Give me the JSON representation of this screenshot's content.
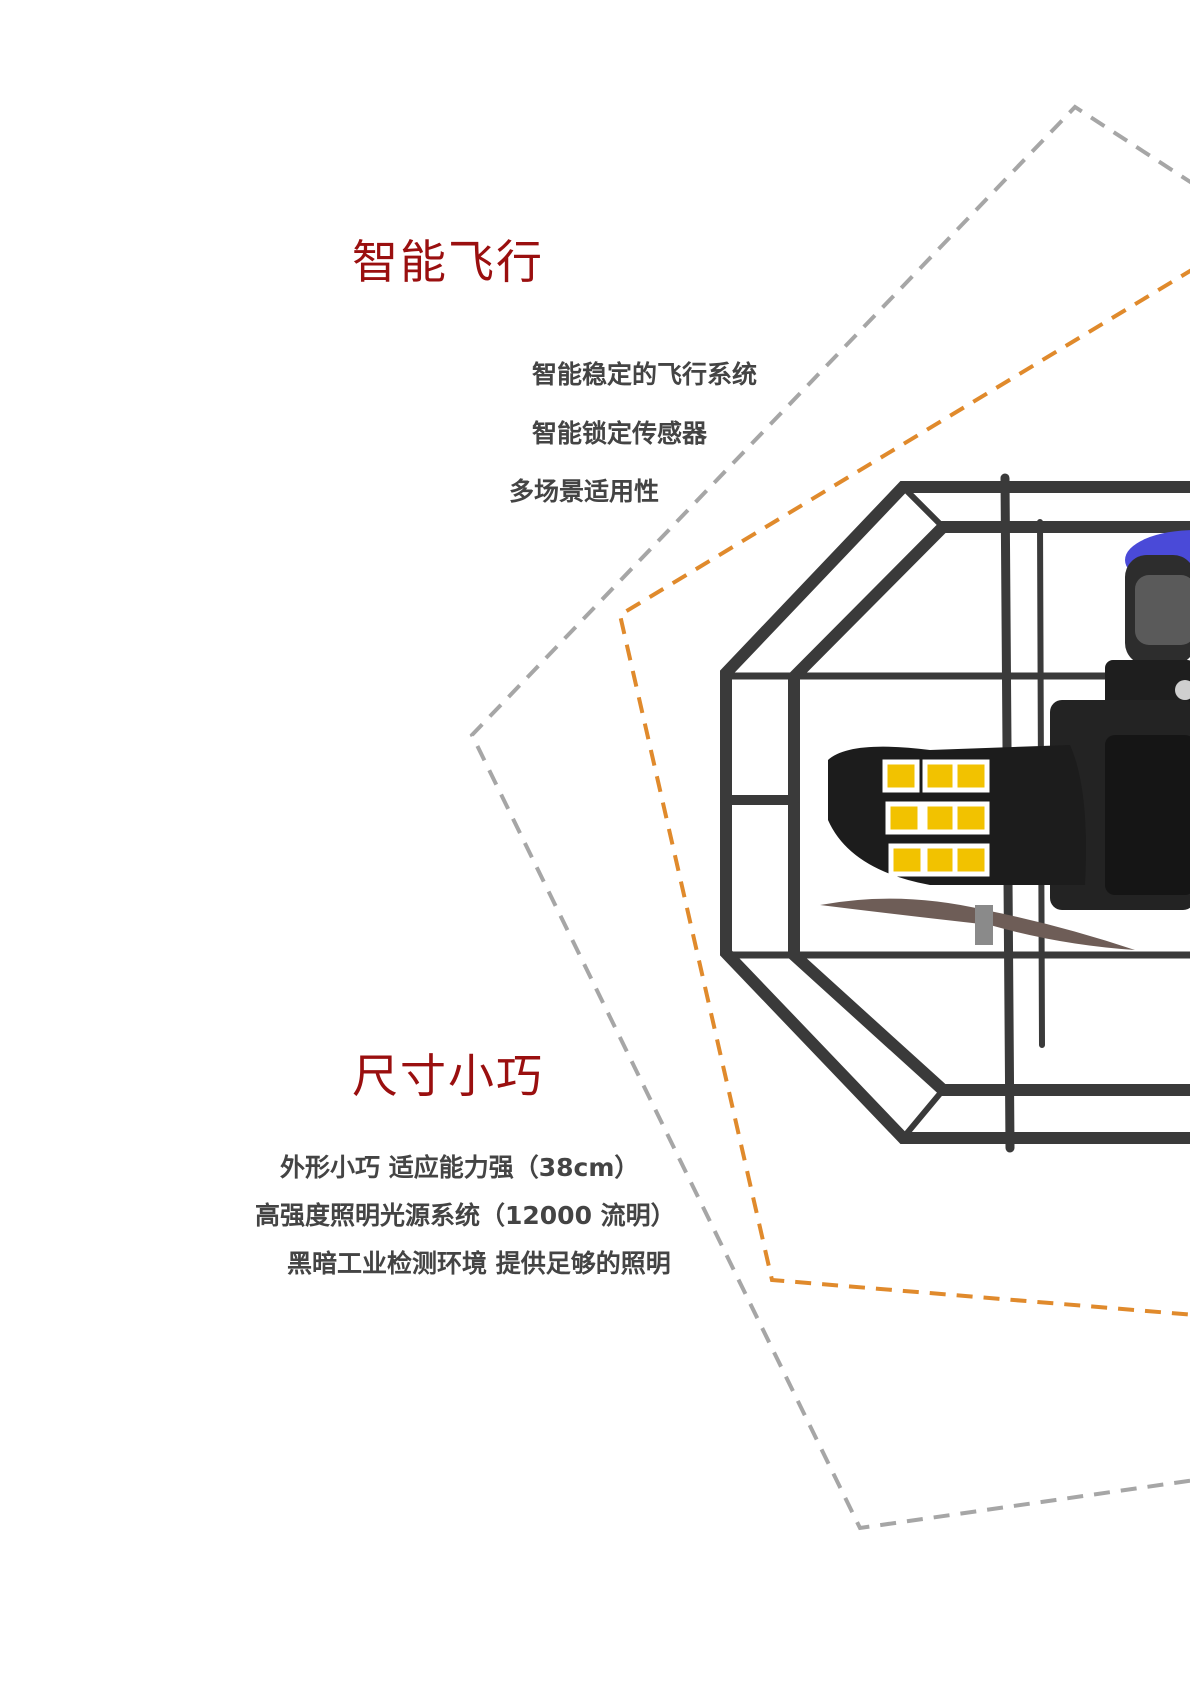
{
  "colors": {
    "heading": "#9a0f0f",
    "body_text": "#444444",
    "outer_dash": "#a6a6a6",
    "inner_dash": "#e08a2c",
    "frame": "#3a3a3a"
  },
  "sections": [
    {
      "title": "智能飞行",
      "features": [
        "智能稳定的飞行系统",
        "智能锁定传感器",
        "多场景适用性"
      ]
    },
    {
      "title": "尺寸小巧",
      "features": [
        "外形小巧 适应能力强（38cm）",
        "高强度照明光源系统（12000 流明）",
        "黑暗工业检测环境 提供足够的照明"
      ]
    }
  ],
  "product_image": {
    "icons": [
      "drone-cage-frame",
      "led-light-panel",
      "propeller",
      "sensor-dome"
    ]
  }
}
